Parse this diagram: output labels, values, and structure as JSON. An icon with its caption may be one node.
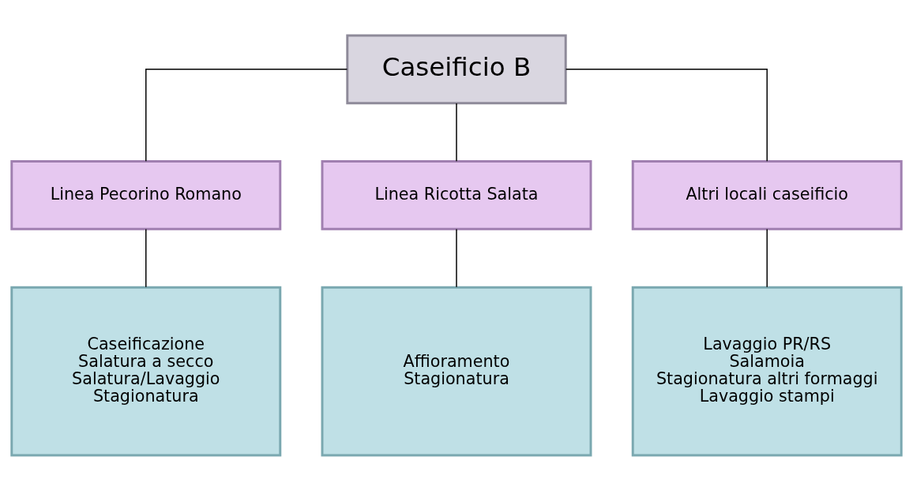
{
  "diagram": {
    "nodes": [
      {
        "text": [
          "Caseificio B"
        ]
      },
      {
        "text": [
          "Linea Pecorino Romano"
        ]
      },
      {
        "text": [
          "Linea Ricotta Salata"
        ]
      },
      {
        "text": [
          "Altri locali caseificio"
        ]
      },
      {
        "text": [
          "Caseificazione",
          "Salatura a secco",
          "Salatura/Lavaggio",
          "Stagionatura"
        ]
      },
      {
        "text": [
          "Affioramento",
          "Stagionatura"
        ]
      },
      {
        "text": [
          "Lavaggio PR/RS",
          "Salamoia",
          "Stagionatura altri formaggi",
          "Lavaggio stampi"
        ]
      }
    ],
    "edges": [
      {
        "from": 0,
        "to": 1,
        "arrow": "none"
      },
      {
        "from": 0,
        "to": 2,
        "arrow": "none"
      },
      {
        "from": 0,
        "to": 3,
        "arrow": "none"
      },
      {
        "from": 1,
        "to": 4,
        "arrow": "none"
      },
      {
        "from": 2,
        "to": 5,
        "arrow": "none"
      },
      {
        "from": 3,
        "to": 6,
        "arrow": "none"
      }
    ]
  }
}
